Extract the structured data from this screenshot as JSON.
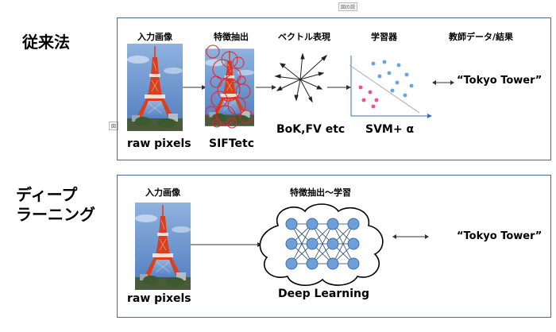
{
  "top_marker": "図の説",
  "side_marker": "図",
  "traditional": {
    "title": "従来法",
    "headers": [
      "入力画像",
      "特徴抽出",
      "ベクトル表現",
      "学習器",
      "教師データ/結果"
    ],
    "input_caption": "raw pixels",
    "feature_caption": "SIFTetc",
    "vector_caption": "BoK,FV etc",
    "learner_caption": "SVM+ α",
    "result": "“Tokyo Tower”"
  },
  "deep": {
    "title_line1": "ディープ",
    "title_line2": "ラーニング",
    "headers": [
      "入力画像",
      "特徴抽出〜学習"
    ],
    "input_caption": "raw pixels",
    "network_caption": "Deep Learning",
    "result": "“Tokyo Tower”"
  },
  "colors": {
    "panel_border": "#4a6a94",
    "arrow": "#333333",
    "sift_circles": "#e8202a",
    "svm_blue_points": "#6aa6dd",
    "svm_pink_points": "#ee4f9a",
    "svm_axes": "#3b6fb6",
    "neural_node": "#6f9fd8",
    "neural_node_stroke": "#3d6ea8",
    "tower_red": "#d8401f",
    "sky": "#5b86c8"
  },
  "icons": [
    "tokyo-tower-photo",
    "sift-circles-overlay",
    "vector-arrows",
    "svm-scatter",
    "cloud",
    "neural-network",
    "double-arrow"
  ]
}
